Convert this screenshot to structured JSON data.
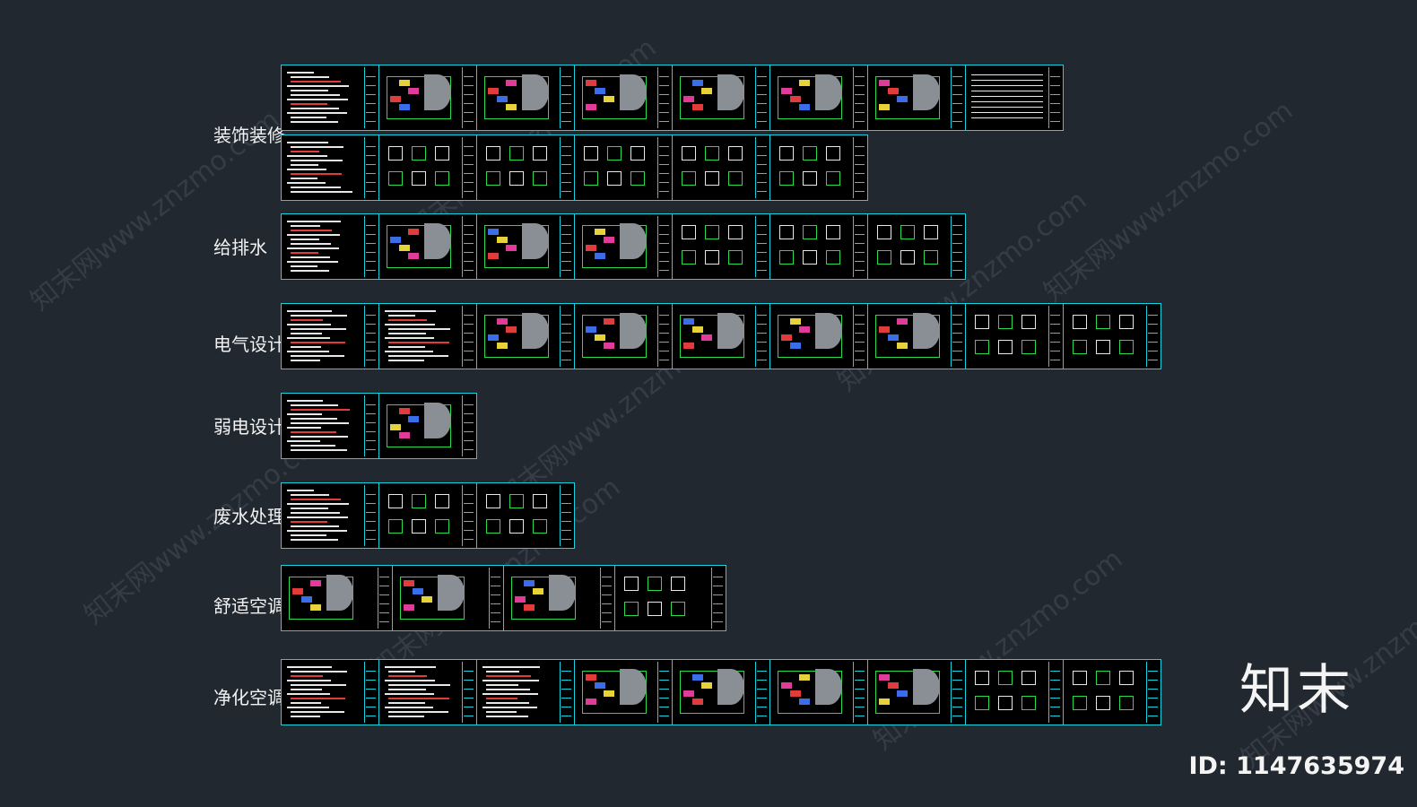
{
  "rows": [
    {
      "label": "装饰装修",
      "sheets": [
        "text",
        "plan",
        "plan",
        "plan",
        "plan",
        "plan",
        "plan",
        "table",
        "text",
        "detail",
        "detail",
        "detail",
        "detail",
        "detail"
      ],
      "wrap": 8
    },
    {
      "label": "给排水",
      "sheets": [
        "text",
        "plan",
        "plan",
        "plan",
        "detail",
        "detail",
        "detail"
      ]
    },
    {
      "label": "电气设计",
      "sheets": [
        "text",
        "text",
        "plan",
        "plan",
        "plan",
        "plan",
        "plan",
        "detail",
        "detail"
      ]
    },
    {
      "label": "弱电设计",
      "sheets": [
        "text",
        "plan"
      ]
    },
    {
      "label": "废水处理",
      "sheets": [
        "text",
        "detail",
        "detail"
      ]
    },
    {
      "label": "舒适空调",
      "sheets": [
        "plan",
        "plan",
        "plan",
        "detail"
      ]
    },
    {
      "label": "净化空调",
      "sheets": [
        "text",
        "text",
        "text",
        "plan",
        "plan",
        "plan",
        "plan",
        "detail",
        "detail"
      ]
    }
  ],
  "colors": {
    "background": "#212830",
    "frame": "#19d2e0",
    "plan_green": "#2bd94a"
  },
  "watermark": "知末网www.znzmo.com",
  "brand": "知末",
  "image_id": "ID: 1147635974"
}
